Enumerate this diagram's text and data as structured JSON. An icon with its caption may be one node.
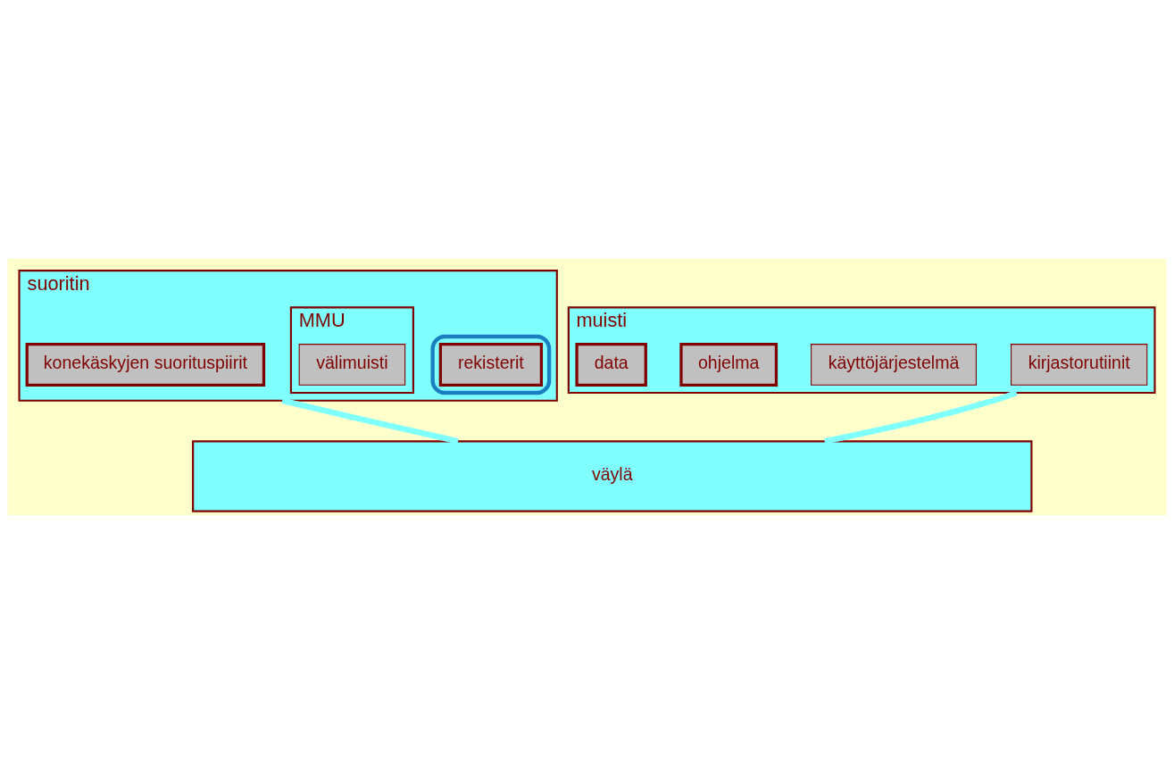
{
  "diagram": {
    "nodes": [
      {
        "text": [
          "suoritin"
        ]
      },
      {
        "text": [
          "konekäskyjen suorituspiirit"
        ],
        "in": 0
      },
      {
        "text": [],
        "shape": "box",
        "in": 0
      },
      {
        "text": [
          "rekisterit"
        ],
        "in": 2
      },
      {
        "text": [
          "MMU"
        ],
        "in": 0
      },
      {
        "text": [
          "välimuisti"
        ],
        "in": 4
      },
      {
        "text": [
          "muisti"
        ]
      },
      {
        "text": [
          "kirjastorutiinit"
        ],
        "in": 6
      },
      {
        "text": [
          "käyttöjärjestelmä"
        ],
        "in": 6
      },
      {
        "text": [
          "ohjelma"
        ],
        "in": 6
      },
      {
        "text": [
          "data"
        ],
        "in": 6
      },
      {
        "text": [
          "väylä"
        ]
      }
    ],
    "edges": [
      {
        "from": 0,
        "to": 11,
        "arrow": "none"
      },
      {
        "from": 6,
        "to": 11,
        "arrow": "none"
      }
    ]
  }
}
